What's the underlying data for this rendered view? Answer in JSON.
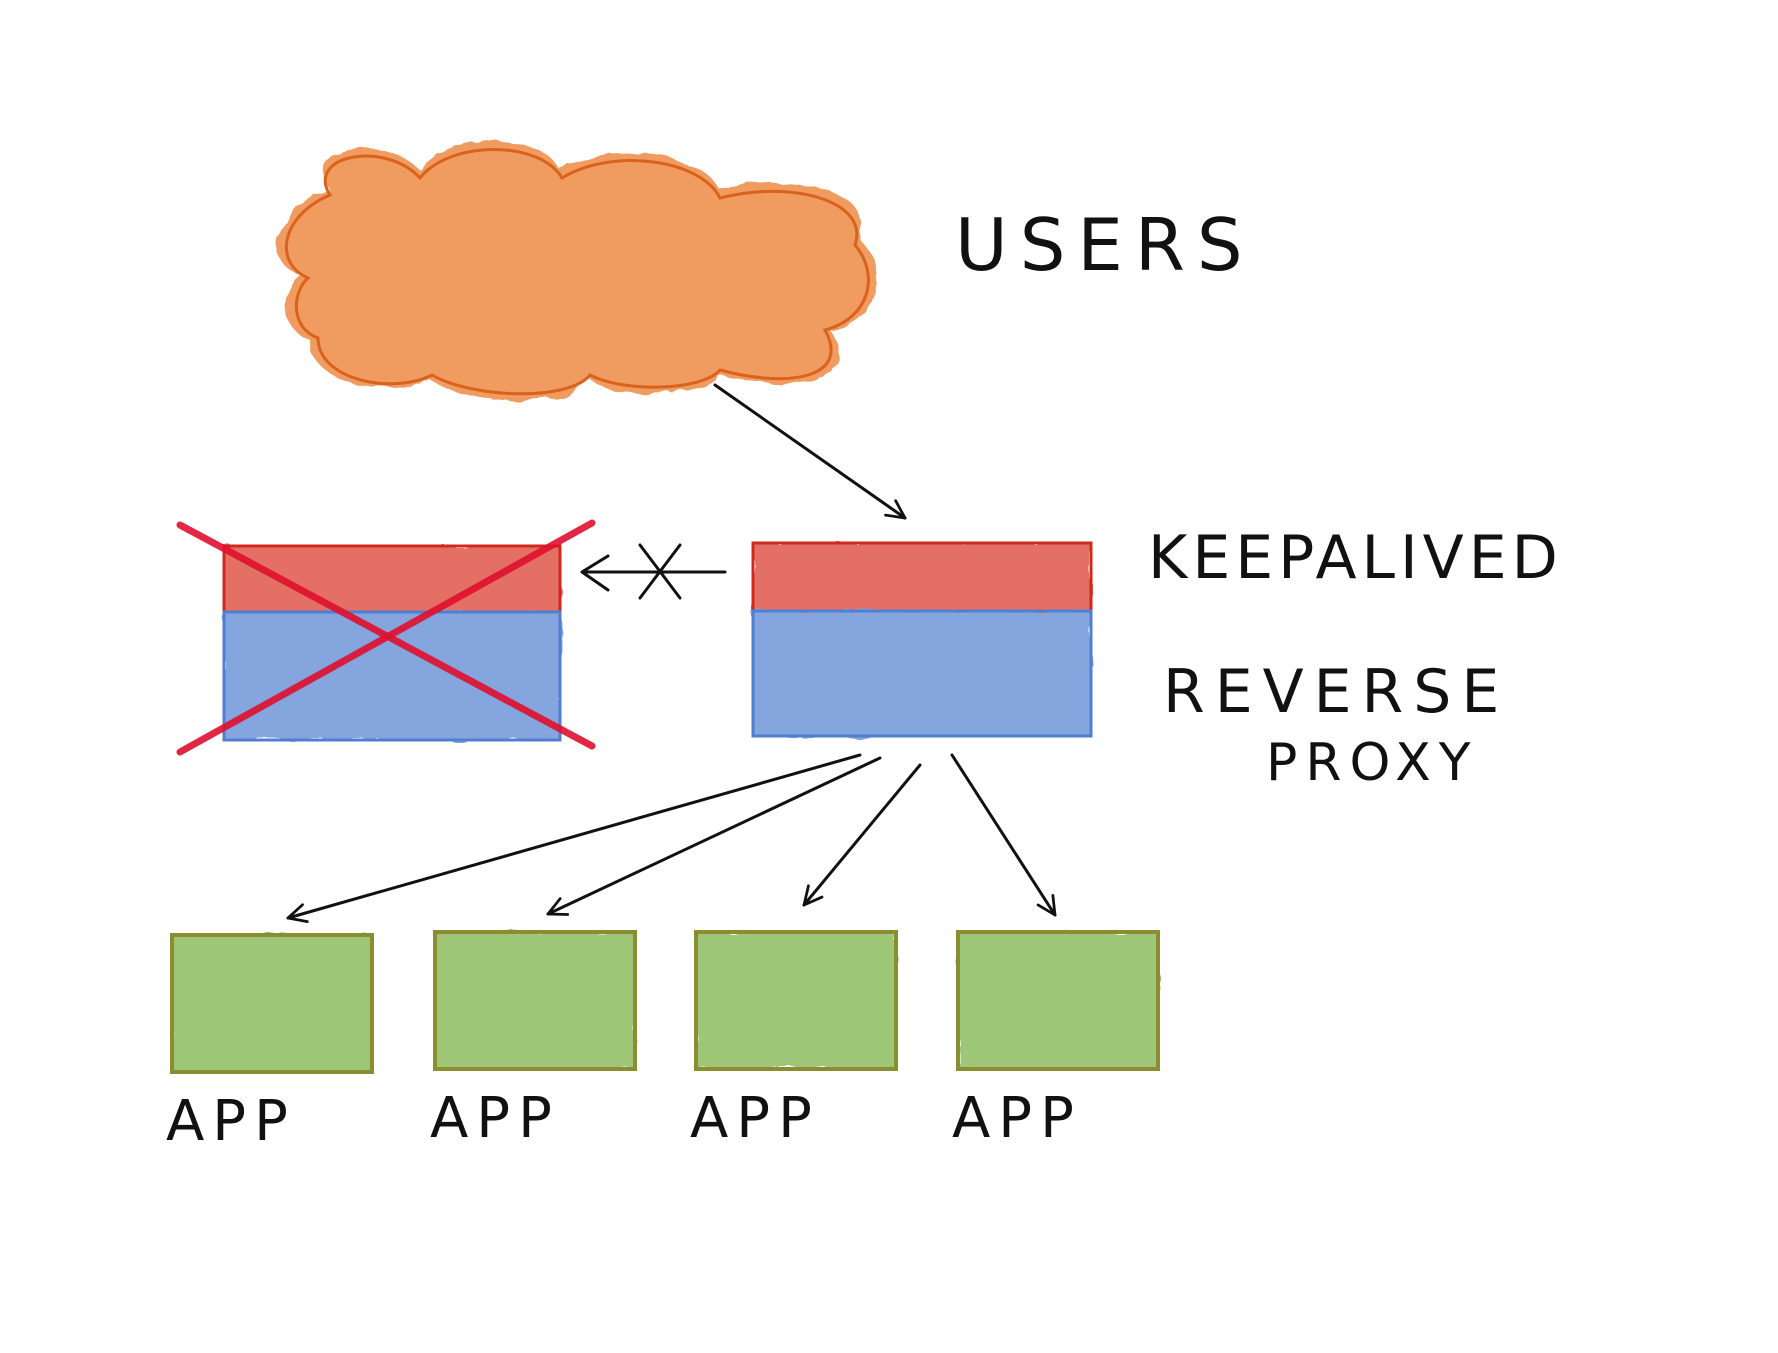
{
  "labels": {
    "users": "USERS",
    "keepalived": "KEEPALIVED",
    "reverse": "REVERSE",
    "proxy": "PROXY"
  },
  "apps": [
    {
      "label": "APP"
    },
    {
      "label": "APP"
    },
    {
      "label": "APP"
    },
    {
      "label": "APP"
    }
  ],
  "colors": {
    "cloud_fill": "#ee8a45",
    "cloud_stroke": "#d9621c",
    "keepalived_fill": "#e0574c",
    "keepalived_stroke": "#d0281c",
    "proxy_fill": "#6f96d9",
    "proxy_stroke": "#4f7fd0",
    "app_fill": "#8cbd5f",
    "app_stroke": "#8c8c30",
    "cross": "#e0102e"
  },
  "status": {
    "failed_node": "crossed-out"
  }
}
